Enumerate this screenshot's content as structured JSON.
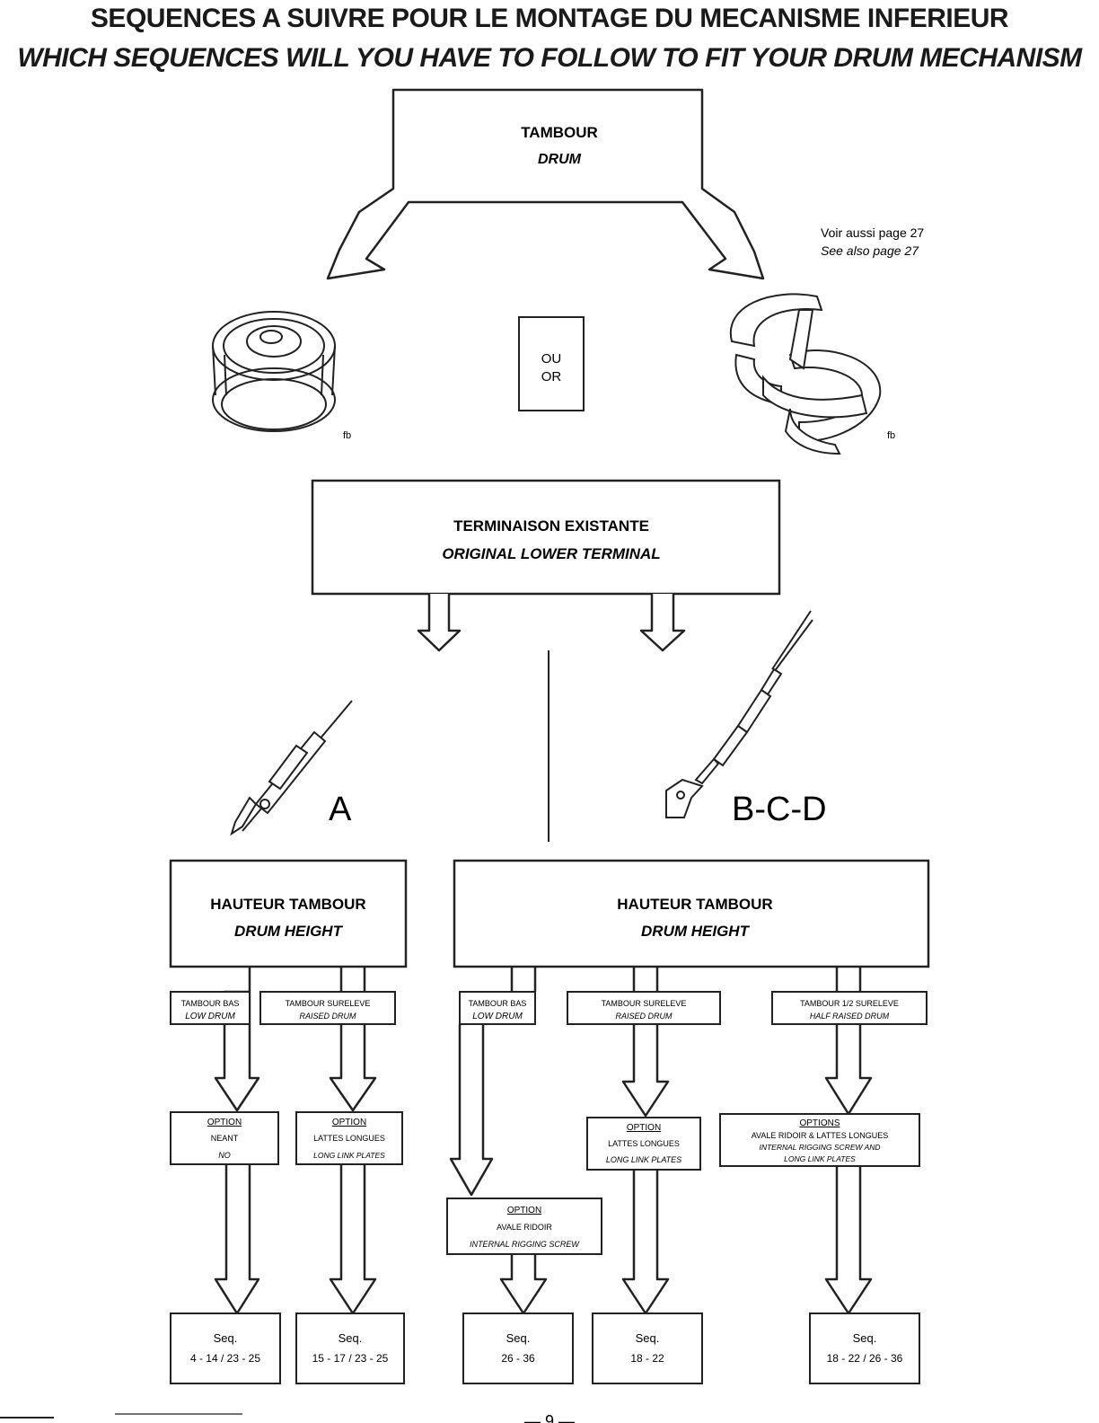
{
  "header": {
    "title_fr": "SEQUENCES A SUIVRE POUR LE MONTAGE DU MECANISME INFERIEUR",
    "title_en": "WHICH SEQUENCES WILL YOU HAVE TO FOLLOW TO FIT YOUR DRUM MECHANISM"
  },
  "drum": {
    "fr": "TAMBOUR",
    "en": "DRUM"
  },
  "or_box": {
    "fr": "OU",
    "en": "OR"
  },
  "see_also": {
    "fr": "Voir aussi page 27",
    "en": "See also page 27"
  },
  "sketch_initials": "fb",
  "terminal": {
    "fr": "TERMINAISON EXISTANTE",
    "en": "ORIGINAL LOWER TERMINAL"
  },
  "label_a": "A",
  "label_bcd": "B-C-D",
  "height_left": {
    "fr": "HAUTEUR TAMBOUR",
    "en": "DRUM HEIGHT"
  },
  "height_right": {
    "fr": "HAUTEUR TAMBOUR",
    "en": "DRUM HEIGHT"
  },
  "drum_types": [
    {
      "fr": "TAMBOUR BAS",
      "en": "LOW DRUM"
    },
    {
      "fr": "TAMBOUR SURELEVE",
      "en": "RAISED DRUM"
    },
    {
      "fr": "TAMBOUR BAS",
      "en": "LOW DRUM"
    },
    {
      "fr": "TAMBOUR SURELEVE",
      "en": "RAISED DRUM"
    },
    {
      "fr": "TAMBOUR 1/2 SURELEVE",
      "en": "HALF RAISED DRUM"
    }
  ],
  "options": [
    {
      "head": "OPTION",
      "fr": "NEANT",
      "en": "NO"
    },
    {
      "head": "OPTION",
      "fr": "LATTES LONGUES",
      "en": "LONG LINK PLATES"
    },
    {
      "head": "OPTION",
      "fr": "AVALE RIDOIR",
      "en": "INTERNAL RIGGING SCREW"
    },
    {
      "head": "OPTION",
      "fr": "LATTES LONGUES",
      "en": "LONG LINK PLATES"
    },
    {
      "head": "OPTIONS",
      "fr": "AVALE RIDOIR & LATTES LONGUES",
      "en": "INTERNAL RIGGING SCREW AND",
      "en2": "LONG LINK PLATES"
    }
  ],
  "sequences": [
    {
      "label": "Seq.",
      "value": "4 - 14 / 23 - 25"
    },
    {
      "label": "Seq.",
      "value": "15 - 17 / 23 - 25"
    },
    {
      "label": "Seq.",
      "value": "26 - 36"
    },
    {
      "label": "Seq.",
      "value": "18 - 22"
    },
    {
      "label": "Seq.",
      "value": "18 - 22 / 26 - 36"
    }
  ],
  "page_number": "— 9 —"
}
